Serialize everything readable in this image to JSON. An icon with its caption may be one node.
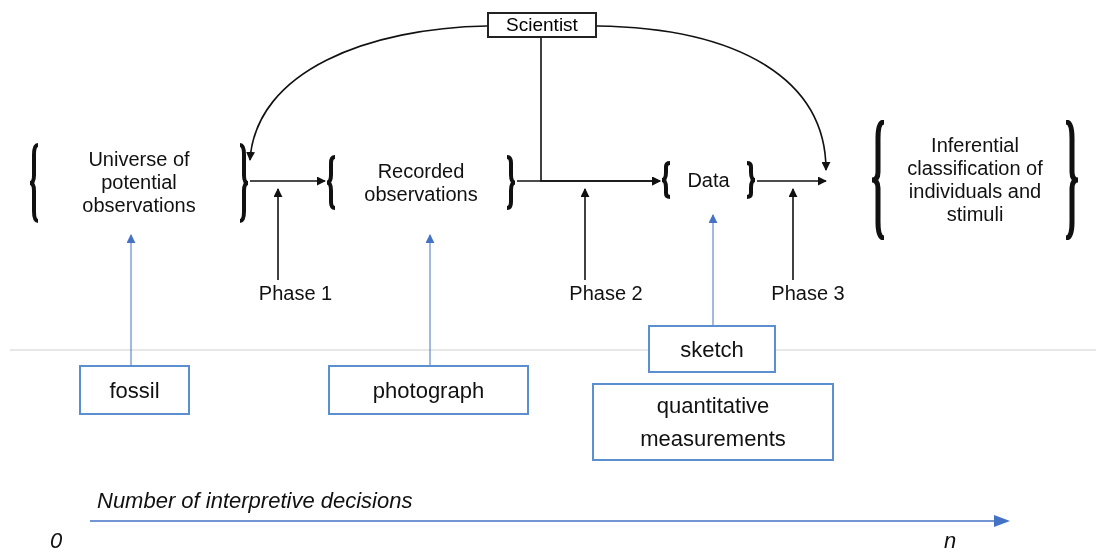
{
  "diagram": {
    "nodes": [
      {
        "text": [
          "Scientist"
        ]
      },
      {
        "text": [
          "Universe of potential observations"
        ]
      },
      {
        "text": [
          "Recorded observations"
        ]
      },
      {
        "text": [
          "Data"
        ]
      },
      {
        "text": [
          "Inferential classification of individuals and stimuli"
        ]
      },
      {
        "text": [
          "Phase 1"
        ]
      },
      {
        "text": [
          "Phase 2"
        ]
      },
      {
        "text": [
          "Phase 3"
        ]
      },
      {
        "text": [
          "fossil"
        ]
      },
      {
        "text": [
          "photograph"
        ]
      },
      {
        "text": [
          "sketch"
        ]
      },
      {
        "text": [
          "quantitative measurements"
        ]
      }
    ],
    "edges": [
      {
        "from": 0,
        "to": 1,
        "arrow": "to"
      },
      {
        "from": 0,
        "to": 4,
        "arrow": "to"
      },
      {
        "from": 0,
        "to": 3,
        "arrow": "to"
      },
      {
        "from": 1,
        "to": 2,
        "arrow": "to"
      },
      {
        "from": 2,
        "to": 3,
        "arrow": "to"
      },
      {
        "from": 3,
        "to": 4,
        "arrow": "to"
      },
      {
        "from": 5,
        "to": null,
        "arrow": "to"
      },
      {
        "from": 6,
        "to": null,
        "arrow": "to"
      },
      {
        "from": 7,
        "to": null,
        "arrow": "to"
      },
      {
        "from": 8,
        "to": 1,
        "arrow": "to",
        "color": "#4472c4"
      },
      {
        "from": 9,
        "to": 2,
        "arrow": "to",
        "color": "#4472c4"
      },
      {
        "from": 10,
        "to": 3,
        "arrow": "to",
        "color": "#4472c4"
      }
    ],
    "labels": [
      "Number of interpretive decisions",
      "0",
      "n"
    ]
  }
}
